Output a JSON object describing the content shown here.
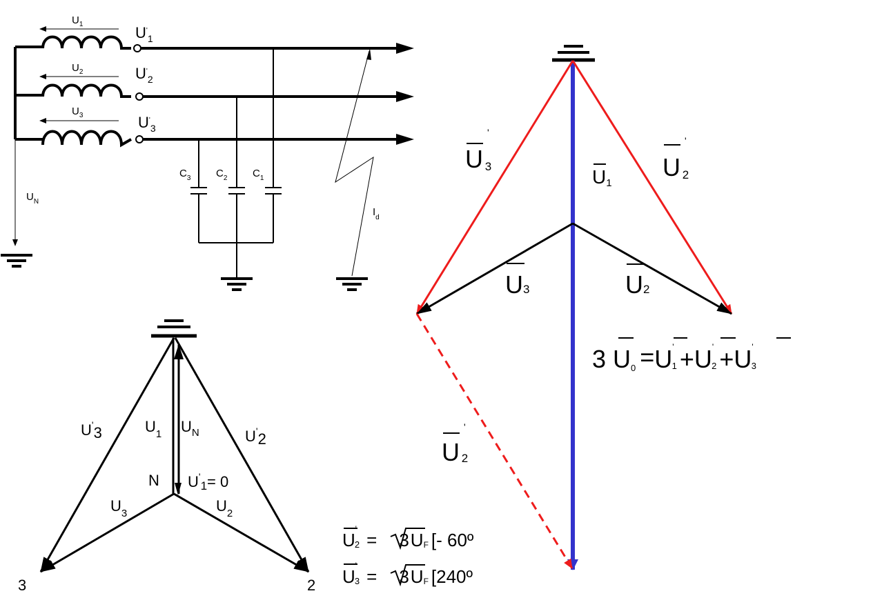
{
  "circuit": {
    "winding_labels": [
      {
        "letter": "U",
        "sub": "1"
      },
      {
        "letter": "U",
        "sub": "2"
      },
      {
        "letter": "U",
        "sub": "3"
      }
    ],
    "terminal_labels": [
      {
        "letter": "U",
        "sup": "'",
        "sub": "1"
      },
      {
        "letter": "U",
        "sup": "'",
        "sub": "2"
      },
      {
        "letter": "U",
        "sup": "'",
        "sub": "3"
      }
    ],
    "capacitor_labels": [
      {
        "letter": "C",
        "sub": "3"
      },
      {
        "letter": "C",
        "sub": "2"
      },
      {
        "letter": "C",
        "sub": "1"
      }
    ],
    "neutral_label": {
      "letter": "U",
      "sub": "N"
    },
    "fault_label": {
      "letter": "I",
      "sub": "d"
    }
  },
  "small_diagram": {
    "labels": {
      "u3p": {
        "letter": "U",
        "sup": "'",
        "sub": "3"
      },
      "u2p": {
        "letter": "U",
        "sup": "'",
        "sub": "2"
      },
      "u1": {
        "letter": "U",
        "sub": "1"
      },
      "un": {
        "letter": "U",
        "sub": "N"
      },
      "n": "N",
      "u1p_zero": {
        "letter": "U",
        "sup": "'",
        "sub": "1",
        "tail": "= 0"
      },
      "u3": {
        "letter": "U",
        "sub": "3"
      },
      "u2": {
        "letter": "U",
        "sub": "2"
      },
      "vertex3": "3",
      "vertex2": "2"
    }
  },
  "large_diagram": {
    "labels": {
      "u3p": {
        "letter": "U",
        "sup": "'",
        "sub": "3"
      },
      "u2p": {
        "letter": "U",
        "sup": "'",
        "sub": "2"
      },
      "u1": {
        "letter": "U",
        "sub": "1"
      },
      "u3": {
        "letter": "U",
        "sub": "3"
      },
      "u2": {
        "letter": "U",
        "sub": "2"
      },
      "u2p_shifted": {
        "letter": "U",
        "sup": "'",
        "sub": "2"
      }
    },
    "equation": {
      "coef": "3",
      "lhs": {
        "letter": "U",
        "sub": "0"
      },
      "eq": "=",
      "terms": [
        {
          "letter": "U",
          "sup": "'",
          "sub": "1"
        },
        {
          "letter": "U",
          "sup": "'",
          "sub": "2"
        },
        {
          "letter": "U",
          "sup": "'",
          "sub": "3"
        }
      ],
      "plus": "+"
    },
    "formulas": [
      {
        "lhs": {
          "letter": "U",
          "sup": "'",
          "sub": "2"
        },
        "eq": "=",
        "root": "3",
        "var": "U",
        "var_sub": "F",
        "angle": "[- 60º"
      },
      {
        "lhs": {
          "letter": "U",
          "sup": "'",
          "sub": "3"
        },
        "eq": "=",
        "root": "3",
        "var": "U",
        "var_sub": "F",
        "angle": "[240º"
      }
    ]
  },
  "colors": {
    "black": "#000000",
    "red": "#ee1c1c",
    "blue": "#3333cc"
  }
}
